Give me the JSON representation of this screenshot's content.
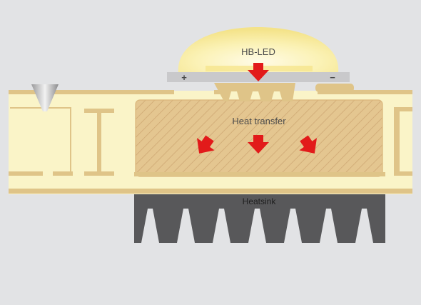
{
  "labels": {
    "led": "HB-LED",
    "plus": "+",
    "minus": "−",
    "heat_transfer": "Heat transfer",
    "heatsink": "Heatsink"
  },
  "colors": {
    "background": "#e2e3e5",
    "pcb": "#faf4c8",
    "copper": "#dfc488",
    "core": "#e4c690",
    "hatch": "#cfa874",
    "led_dome": "#f9ee9e",
    "led_base": "#c9c9cb",
    "arrow": "#e21a1a",
    "heatsink": "#58585a"
  }
}
